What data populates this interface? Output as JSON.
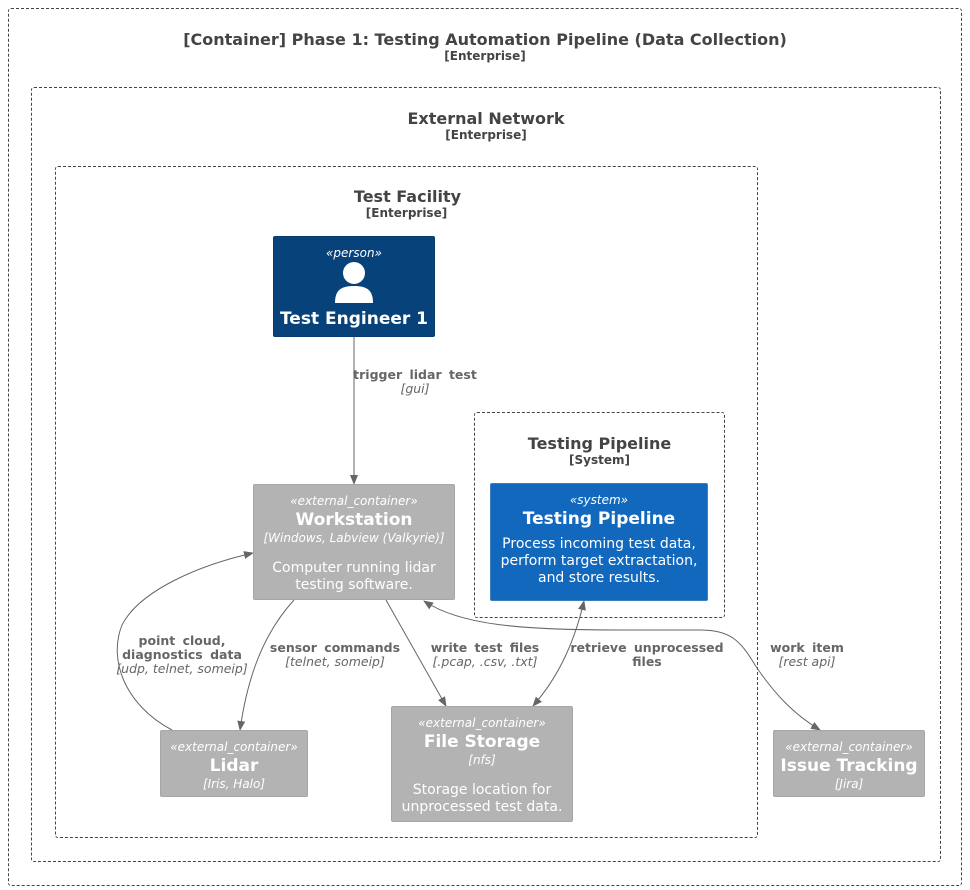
{
  "boundaries": {
    "enterprise": {
      "title": "[Container] Phase 1: Testing Automation Pipeline (Data Collection)",
      "subtitle": "[Enterprise]"
    },
    "external_network": {
      "title": "External Network",
      "subtitle": "[Enterprise]"
    },
    "test_facility": {
      "title": "Test Facility",
      "subtitle": "[Enterprise]"
    },
    "testing_pipeline": {
      "title": "Testing Pipeline",
      "subtitle": "[System]"
    }
  },
  "nodes": {
    "engineer": {
      "stereotype": "«person»",
      "title": "Test Engineer 1"
    },
    "pipeline": {
      "stereotype": "«system»",
      "title": "Testing Pipeline",
      "description": "Process incoming test data, perform target extractation, and store results."
    },
    "workstation": {
      "stereotype": "«external_container»",
      "title": "Workstation",
      "tech": "[Windows, Labview (Valkyrie)]",
      "description": "Computer running lidar testing software."
    },
    "lidar": {
      "stereotype": "«external_container»",
      "title": "Lidar",
      "tech": "[Iris, Halo]"
    },
    "storage": {
      "stereotype": "«external_container»",
      "title": "File Storage",
      "tech": "[nfs]",
      "description": "Storage location for unprocessed test data."
    },
    "issue": {
      "stereotype": "«external_container»",
      "title": "Issue Tracking",
      "tech": "[Jira]"
    }
  },
  "edges": {
    "trigger": {
      "label": "trigger lidar test",
      "tech": "[gui]"
    },
    "point_cloud": {
      "label1": "point cloud,",
      "label2": "diagnostics data",
      "tech": "[udp, telnet, someip]"
    },
    "sensor": {
      "label": "sensor commands",
      "tech": "[telnet, someip]"
    },
    "write": {
      "label": "write test files",
      "tech": "[.pcap, .csv, .txt]"
    },
    "retrieve": {
      "label1": "retrieve unprocessed",
      "label2": "files"
    },
    "work_item": {
      "label": "work item",
      "tech": "[rest api]"
    }
  },
  "colors": {
    "person": "#08427b",
    "system": "#1168bd",
    "external_container": "#b3b3b3",
    "edge": "#666666"
  }
}
